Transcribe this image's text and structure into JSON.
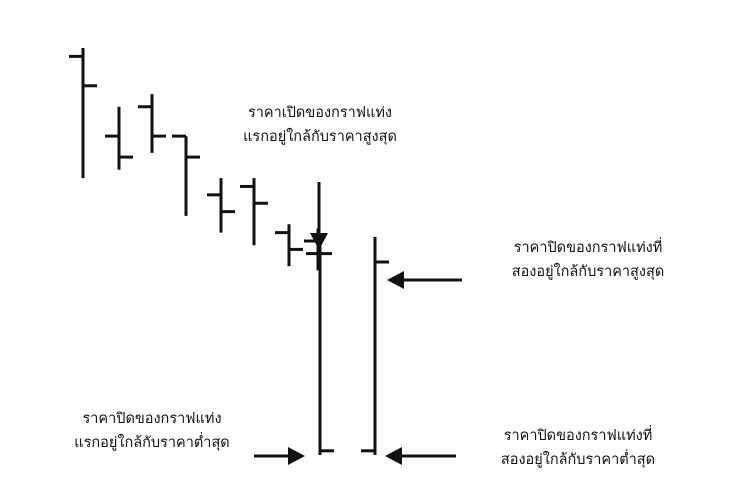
{
  "annotations": {
    "first_open_near_high": [
      "ราคาเปิดของกราฟแท่ง",
      "แรกอยู่ใกล้กับราคาสูงสุด"
    ],
    "second_close_near_high": [
      "ราคาปิดของกราฟแท่งที่",
      "สองอยู่ใกล้กับราคาสูงสุด"
    ],
    "first_close_near_low": [
      "ราคาปิดของกราฟแท่ง",
      "แรกอยู่ใกล้กับราคาต่ำสุด"
    ],
    "second_close_near_low": [
      "ราคาปิดของกราฟแท่งที่",
      "สองอยู่ใกล้กับราคาต่ำสุด"
    ]
  },
  "chart_data": {
    "type": "ohlc",
    "bars": [
      {
        "high": 10.0,
        "low": 6.9,
        "open": 9.8,
        "close": 9.1
      },
      {
        "high": 8.6,
        "low": 7.1,
        "open": 7.9,
        "close": 7.4
      },
      {
        "high": 8.9,
        "low": 7.5,
        "open": 8.6,
        "close": 7.9
      },
      {
        "high": 7.9,
        "low": 6.0,
        "open": 7.9,
        "close": 7.4
      },
      {
        "high": 6.9,
        "low": 5.6,
        "open": 6.5,
        "close": 6.1
      },
      {
        "high": 6.9,
        "low": 5.3,
        "open": 6.7,
        "close": 6.3
      },
      {
        "high": 5.8,
        "low": 4.8,
        "open": 5.6,
        "close": 5.2
      },
      {
        "high": 5.7,
        "low": 4.7,
        "open": 5.4,
        "close": 5.1
      },
      {
        "high": 5.3,
        "low": 0.3,
        "open": 5.1,
        "close": 0.4
      },
      {
        "high": 5.5,
        "low": 0.3,
        "open": 0.4,
        "close": 4.9
      }
    ],
    "colors": {
      "line": "#111111",
      "background": "#ffffff"
    }
  }
}
